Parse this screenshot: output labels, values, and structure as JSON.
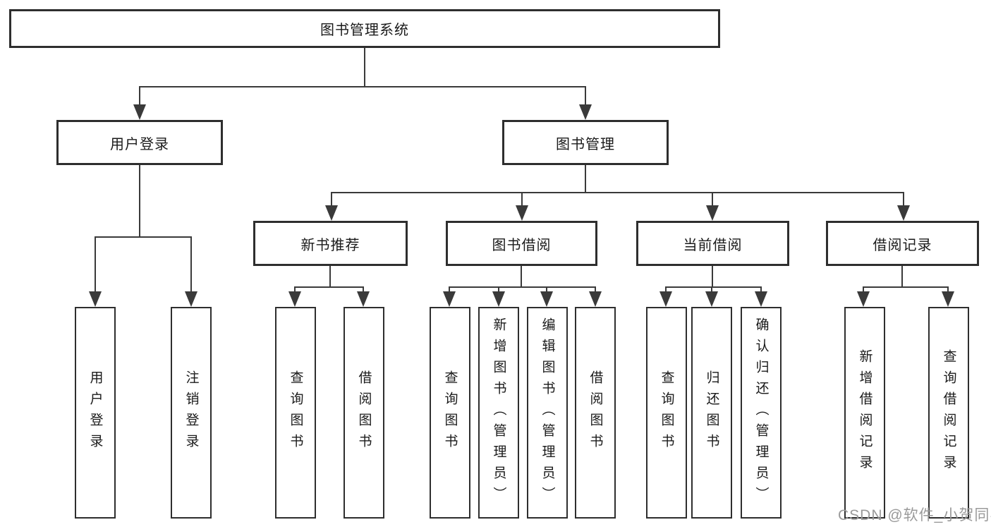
{
  "diagram": {
    "title": "图书管理系统",
    "root": {
      "label": "图书管理系统"
    },
    "level2": [
      {
        "label": "用户登录"
      },
      {
        "label": "图书管理"
      }
    ],
    "level3": [
      {
        "label": "新书推荐"
      },
      {
        "label": "图书借阅"
      },
      {
        "label": "当前借阅"
      },
      {
        "label": "借阅记录"
      }
    ],
    "leaves": {
      "login": [
        "用户登录",
        "注销登录"
      ],
      "recommend": [
        "查询图书",
        "借阅图书"
      ],
      "borrow": [
        "查询图书",
        "新增图书（管理员）",
        "编辑图书（管理员）",
        "借阅图书"
      ],
      "current": [
        "查询图书",
        "归还图书",
        "确认归还（管理员）"
      ],
      "records": [
        "新增借阅记录",
        "查询借阅记录"
      ]
    }
  },
  "watermark": {
    "text": "CSDN @软件_小贺同学"
  },
  "colors": {
    "line": "#3a3a3a",
    "border": "#2e2e2e",
    "text": "#1a1a1a",
    "watermark": "#9a9a9a",
    "bg": "#ffffff"
  }
}
